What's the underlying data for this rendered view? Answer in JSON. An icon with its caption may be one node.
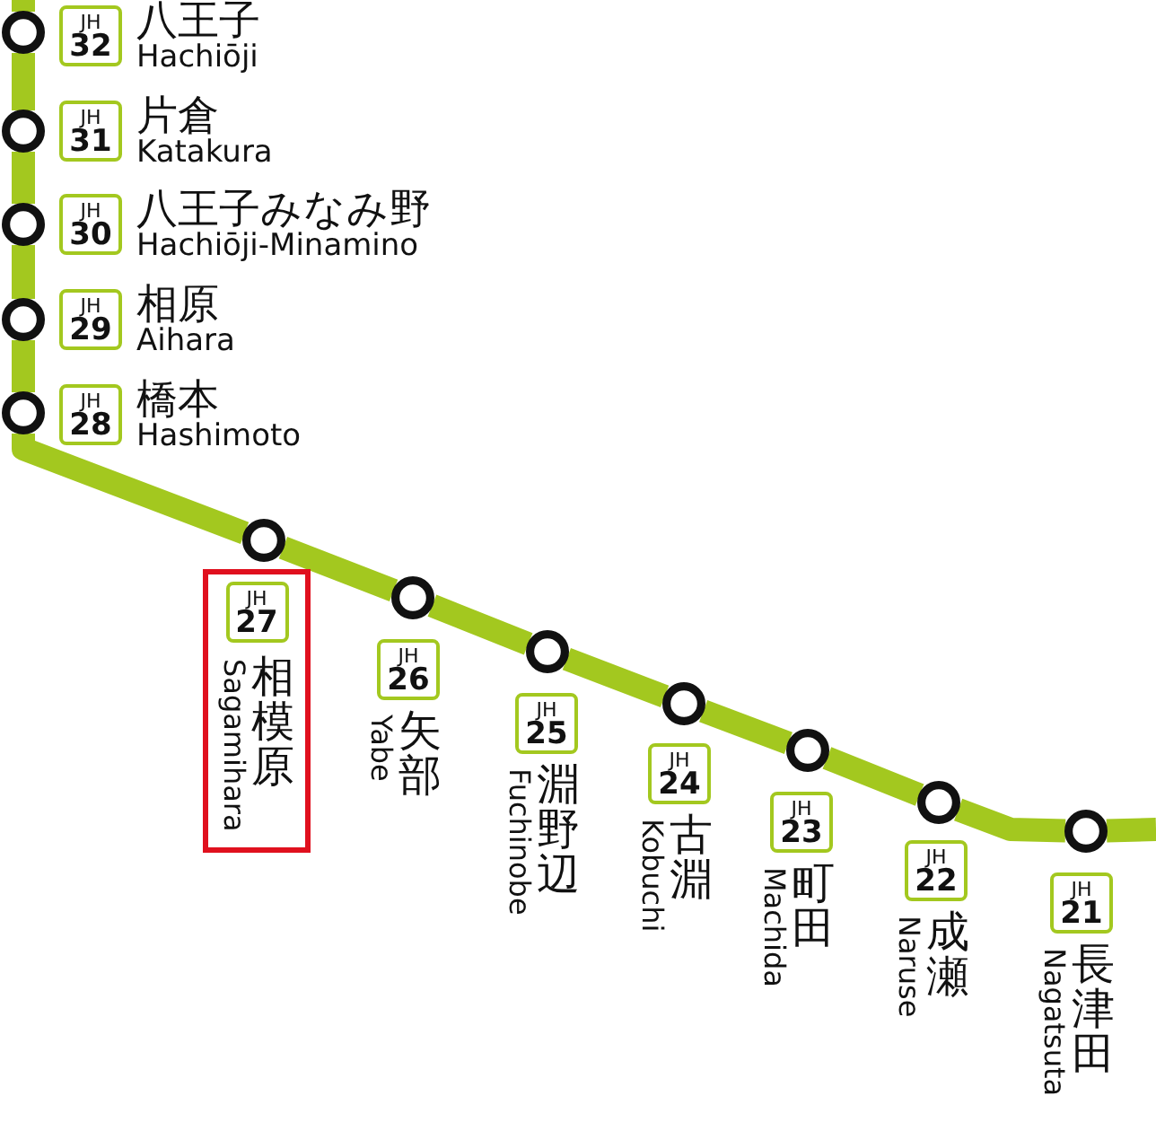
{
  "diagram": {
    "nodes": [
      {
        "text": [],
        "shape": "circle"
      },
      {
        "text": [
          "JH",
          "32"
        ],
        "beside": [
          "八王子",
          "Hachiōji"
        ]
      },
      {
        "text": [],
        "shape": "circle"
      },
      {
        "text": [
          "JH",
          "31"
        ],
        "beside": [
          "片倉",
          "Katakura"
        ]
      },
      {
        "text": [],
        "shape": "circle"
      },
      {
        "text": [
          "JH",
          "30"
        ],
        "beside": [
          "八王子みなみ野",
          "Hachiōji-Minamino"
        ]
      },
      {
        "text": [],
        "shape": "circle"
      },
      {
        "text": [
          "JH",
          "29"
        ],
        "beside": [
          "相原",
          "Aihara"
        ]
      },
      {
        "text": [],
        "shape": "circle"
      },
      {
        "text": [
          "JH",
          "28"
        ],
        "beside": [
          "橋本",
          "Hashimoto"
        ]
      },
      {
        "text": [],
        "shape": "circle"
      },
      {
        "text": [],
        "shape": "box"
      },
      {
        "text": [
          "JH",
          "27"
        ],
        "beside": [
          "相模原",
          "Sagamihara"
        ],
        "in": 11
      },
      {
        "text": [],
        "shape": "circle"
      },
      {
        "text": [
          "JH",
          "26"
        ],
        "beside": [
          "矢部",
          "Yabe"
        ]
      },
      {
        "text": [],
        "shape": "circle"
      },
      {
        "text": [
          "JH",
          "25"
        ],
        "beside": [
          "淵野辺",
          "Fuchinobe"
        ]
      },
      {
        "text": [],
        "shape": "circle"
      },
      {
        "text": [
          "JH",
          "24"
        ],
        "beside": [
          "古淵",
          "Kobuchi"
        ]
      },
      {
        "text": [],
        "shape": "circle"
      },
      {
        "text": [
          "JH",
          "23"
        ],
        "beside": [
          "町田",
          "Machida"
        ]
      },
      {
        "text": [],
        "shape": "circle"
      },
      {
        "text": [
          "JH",
          "22"
        ],
        "beside": [
          "成瀬",
          "Naruse"
        ]
      },
      {
        "text": [],
        "shape": "circle"
      },
      {
        "text": [
          "JH",
          "21"
        ],
        "beside": [
          "長津田",
          "Nagatsuta"
        ]
      }
    ],
    "edges": [
      {
        "from": null,
        "to": 0,
        "arrow": "none"
      },
      {
        "from": 0,
        "to": 2,
        "arrow": "none"
      },
      {
        "from": 2,
        "to": 4,
        "arrow": "none"
      },
      {
        "from": 4,
        "to": 6,
        "arrow": "none"
      },
      {
        "from": 6,
        "to": 8,
        "arrow": "none"
      },
      {
        "from": 8,
        "to": 10,
        "arrow": "none"
      },
      {
        "from": 10,
        "to": 13,
        "arrow": "none"
      },
      {
        "from": 13,
        "to": 15,
        "arrow": "none"
      },
      {
        "from": 15,
        "to": 17,
        "arrow": "none"
      },
      {
        "from": 17,
        "to": 19,
        "arrow": "none"
      },
      {
        "from": 19,
        "to": 21,
        "arrow": "none"
      },
      {
        "from": 21,
        "to": 23,
        "arrow": "none"
      },
      {
        "from": 23,
        "to": null,
        "arrow": "none"
      }
    ]
  }
}
